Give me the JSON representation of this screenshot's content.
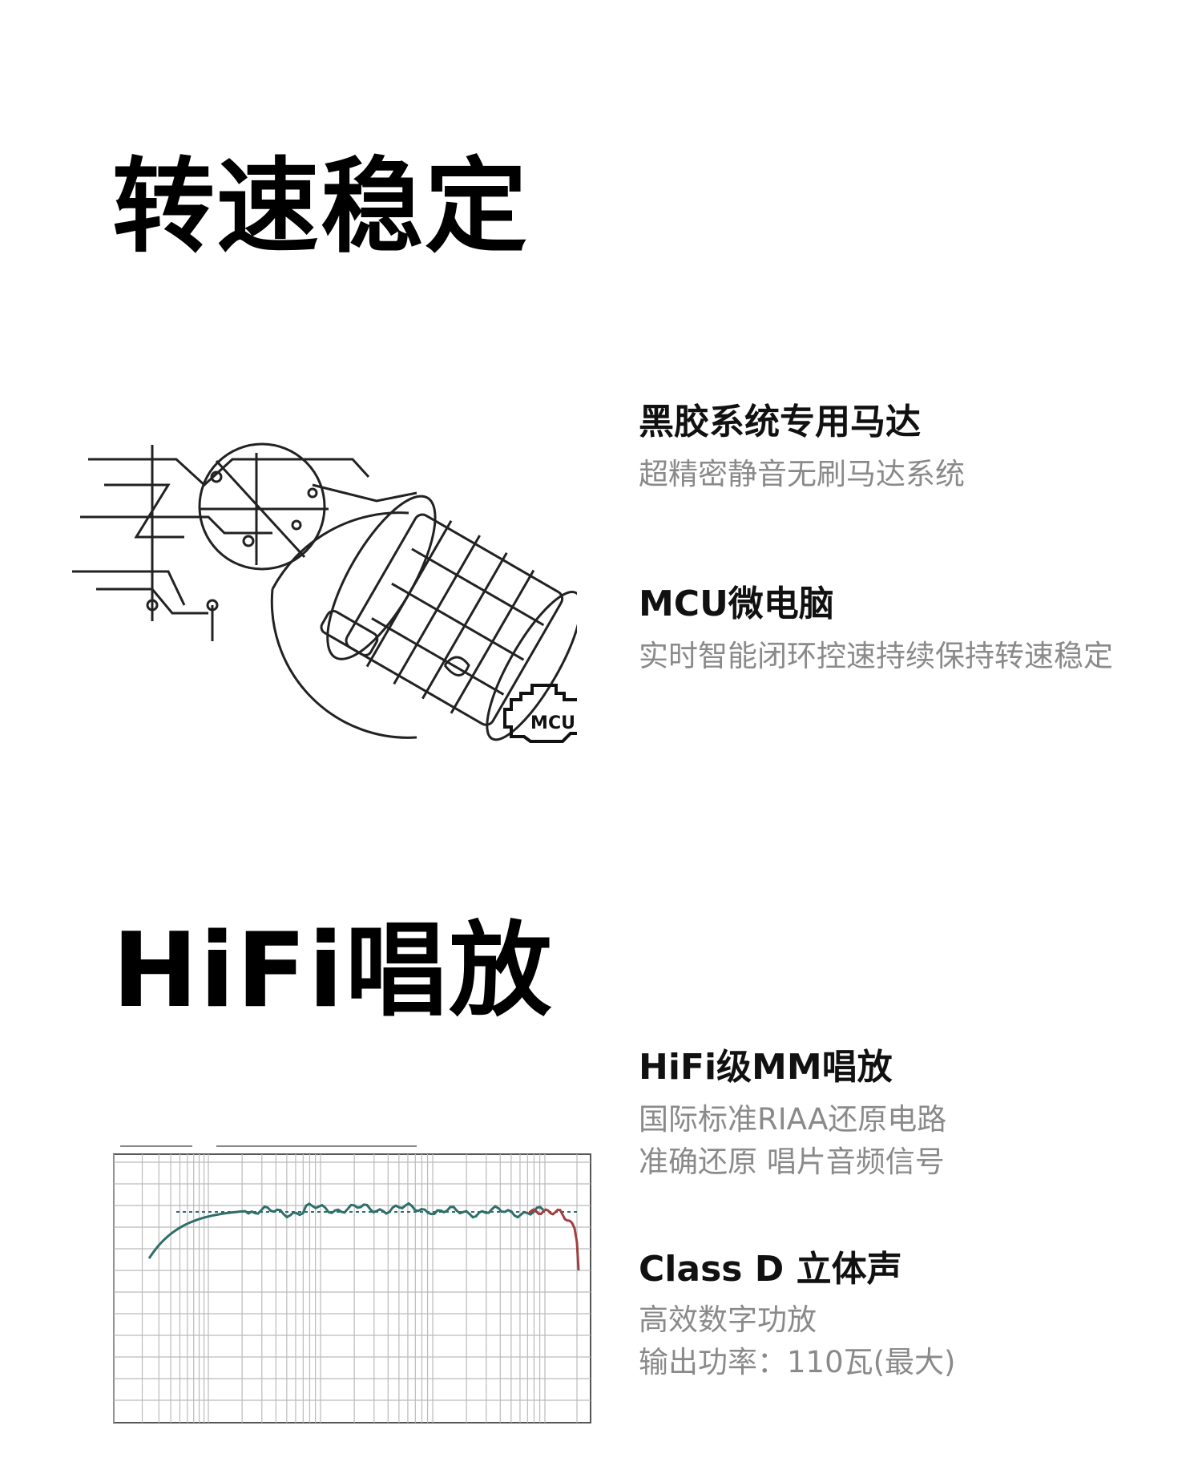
{
  "section1": {
    "title": "转速稳定",
    "features": [
      {
        "title": "黑胶系统专用马达",
        "lines": [
          "超精密静音无刷马达系统"
        ]
      },
      {
        "title": "MCU微电脑",
        "lines": [
          "实时智能闭环控速持续保持转速稳定"
        ]
      }
    ],
    "badge": "MCU",
    "illustration_icon": "motor-schematic-icon"
  },
  "section2": {
    "title": "HiFi唱放",
    "features": [
      {
        "title": "HiFi级MM唱放",
        "lines": [
          "国际标准RIAA还原电路",
          "准确还原 唱片音频信号"
        ]
      },
      {
        "title": "Class D 立体声",
        "lines": [
          "高效数字功放",
          "输出功率：110瓦(最大)"
        ]
      }
    ],
    "chart_icon": "frequency-response-chart-icon"
  },
  "colors": {
    "title": "#000000",
    "subtitle": "#8a8a8a",
    "curve": "#2f6f6a",
    "curve_tail": "#a04040"
  }
}
